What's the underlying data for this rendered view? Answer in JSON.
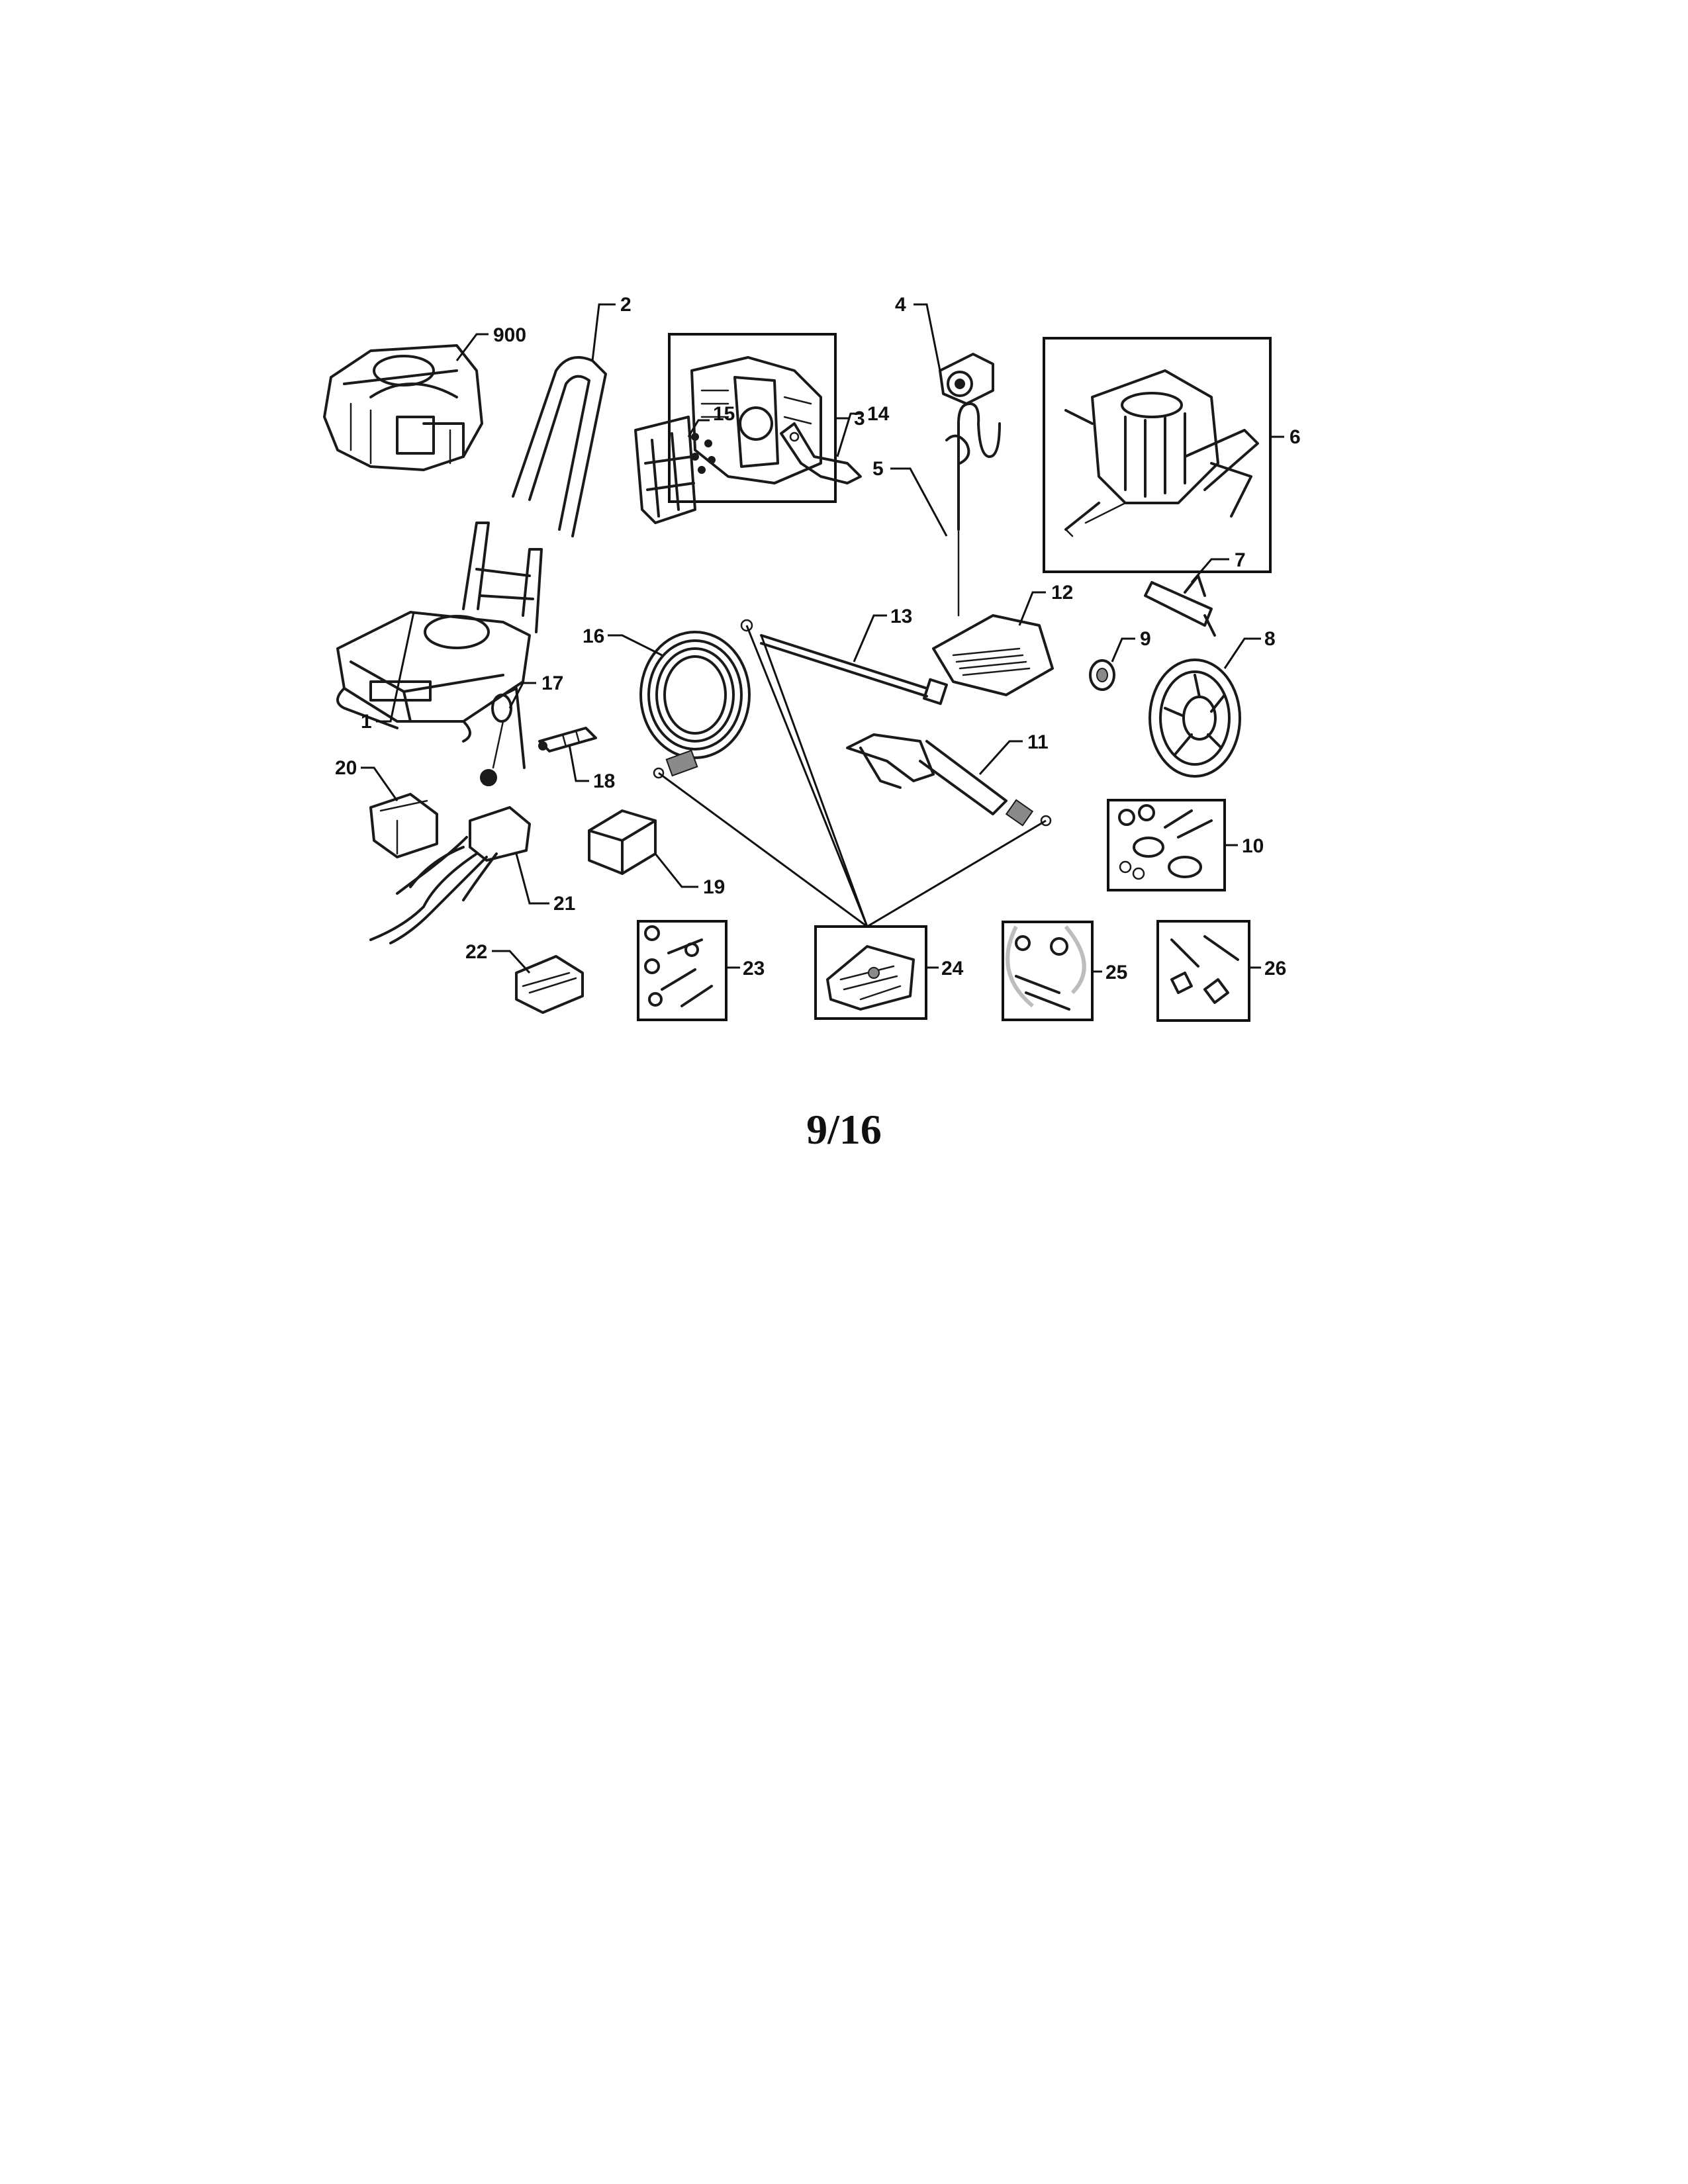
{
  "diagram": {
    "callouts": [
      "900",
      "2",
      "3",
      "4",
      "5",
      "6",
      "1",
      "15",
      "14",
      "7",
      "12",
      "13",
      "16",
      "9",
      "8",
      "17",
      "11",
      "20",
      "18",
      "10",
      "19",
      "21",
      "22",
      "23",
      "24",
      "25",
      "26"
    ]
  },
  "page_number": "9/16"
}
